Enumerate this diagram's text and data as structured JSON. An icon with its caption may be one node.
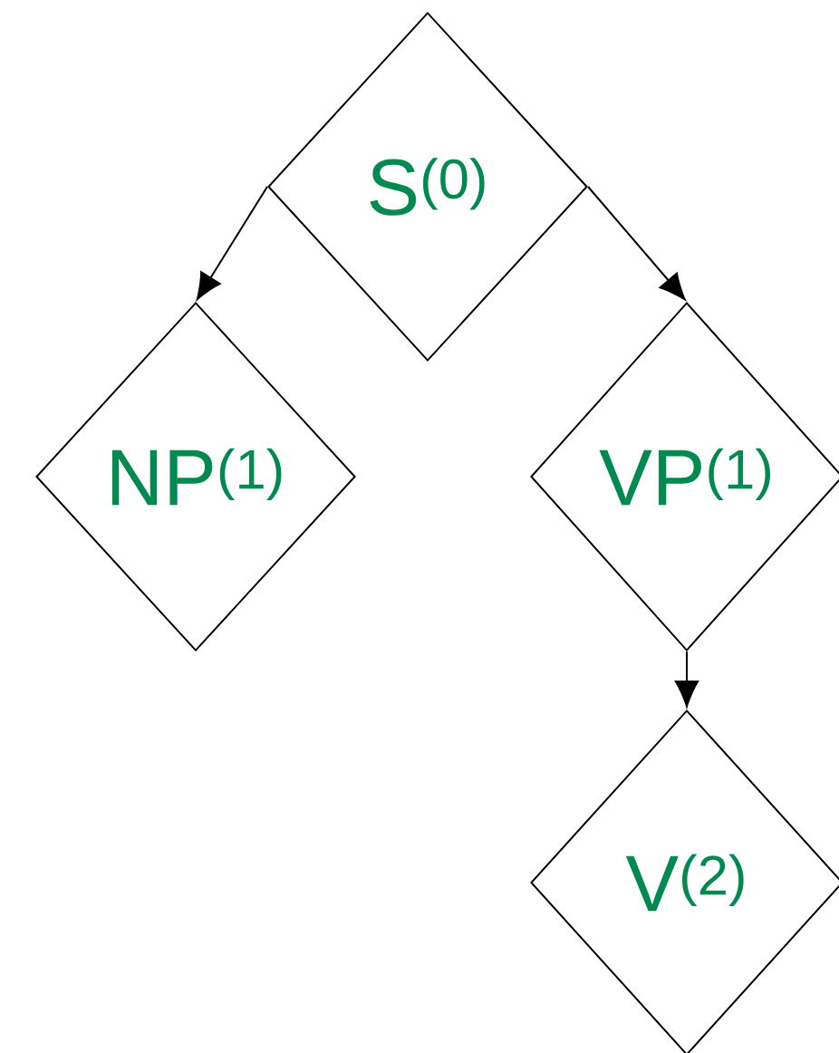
{
  "diagram": {
    "nodes": [
      {
        "text": [
          "S$^{(0)}$"
        ]
      },
      {
        "text": [
          "NP$^{(1)}$"
        ]
      },
      {
        "text": [
          "VP$^{(1)}$"
        ]
      },
      {
        "text": [
          "V$^{(2)}$"
        ]
      }
    ],
    "edges": [
      {
        "from": 0,
        "to": 1,
        "arrow": "to"
      },
      {
        "from": 0,
        "to": 2,
        "arrow": "to"
      },
      {
        "from": 2,
        "to": 3,
        "arrow": "to"
      }
    ]
  }
}
